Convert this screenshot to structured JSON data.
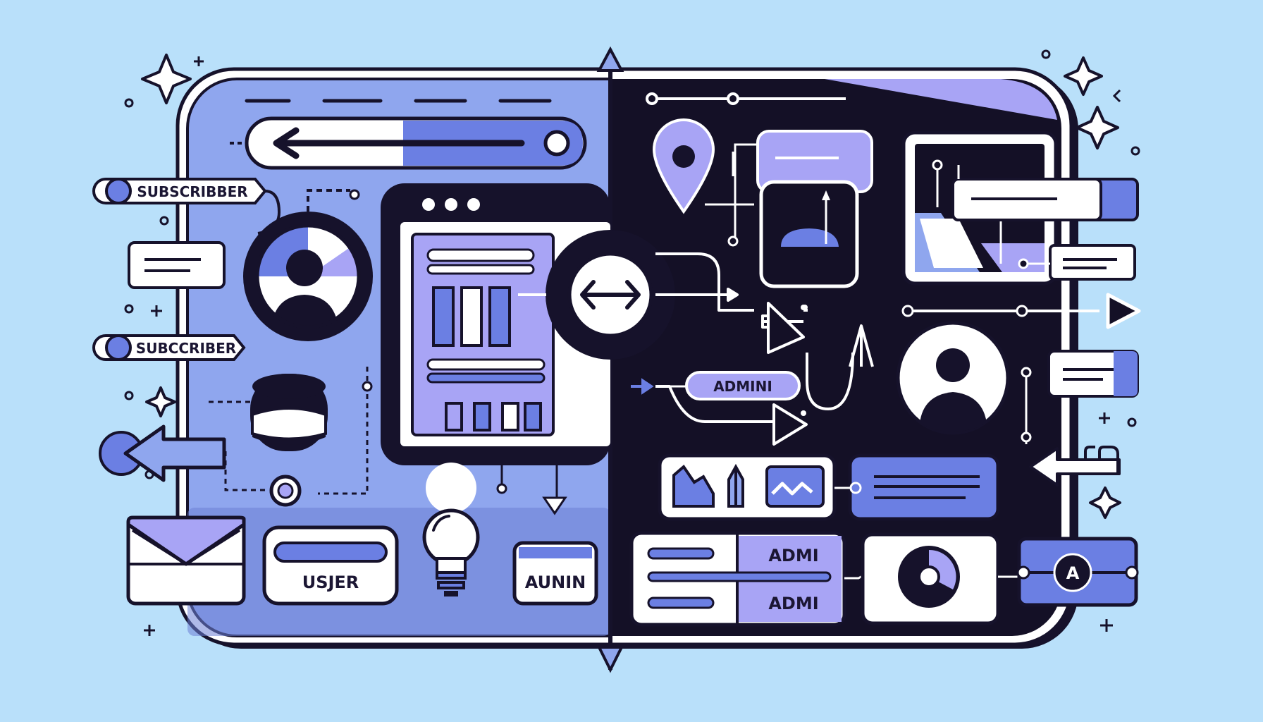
{
  "colors": {
    "background": "#b9e0fa",
    "panel_left": "#8fa6ee",
    "panel_right": "#141026",
    "accent_violet": "#a8a4f5",
    "accent_blue": "#6b7fe3",
    "outline": "#16122b",
    "white": "#ffffff"
  },
  "left_panel": {
    "tags": [
      "SUBSCRIBBER",
      "SUBCCRIBER"
    ],
    "user_card_label": "USJER",
    "admin_card_label": "AUNIN"
  },
  "right_panel": {
    "admin_pill_label": "ADMINI",
    "admin_row_labels": [
      "ADMI",
      "ADMI"
    ],
    "avatar_badge_letter": "A"
  },
  "icons": [
    "arrow-left-icon",
    "user-avatar-icon",
    "database-icon",
    "envelope-icon",
    "lightbulb-icon",
    "swap-arrows-icon",
    "location-pin-icon",
    "cloud-icon",
    "chart-icon",
    "sparkle-icon"
  ]
}
